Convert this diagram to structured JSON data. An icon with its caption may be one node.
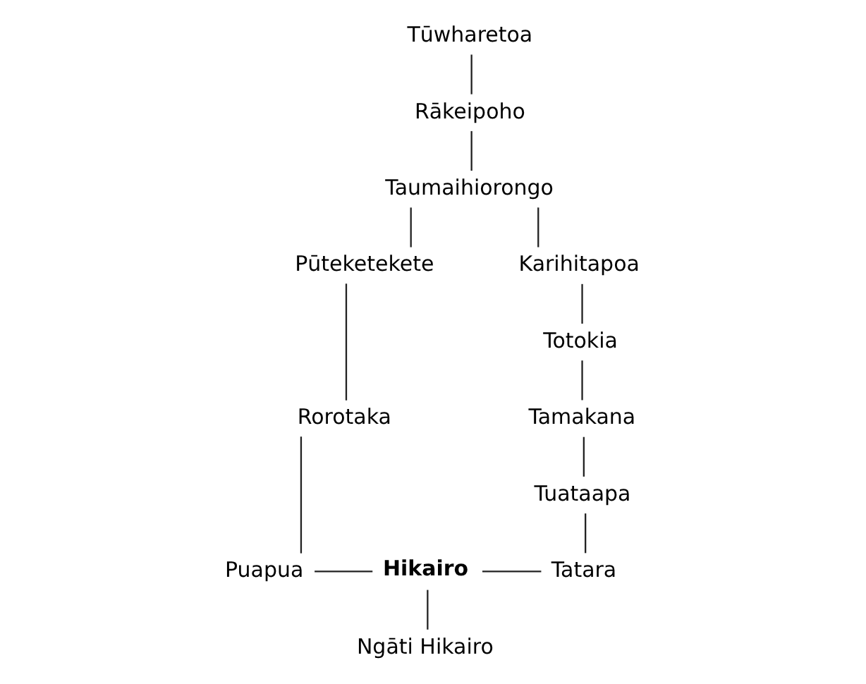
{
  "diagram": {
    "nodes": [
      {
        "text": [
          "Tūwharetoa"
        ]
      },
      {
        "text": [
          "Rākeipoho"
        ]
      },
      {
        "text": [
          "Taumaihiorongo"
        ]
      },
      {
        "text": [
          "Pūteketekete"
        ]
      },
      {
        "text": [
          "Karihitapoa"
        ]
      },
      {
        "text": [
          "Rorotaka"
        ]
      },
      {
        "text": [
          "Totokia"
        ]
      },
      {
        "text": [
          "Tamakana"
        ]
      },
      {
        "text": [
          "Tuataapa"
        ]
      },
      {
        "text": [
          "Puapua"
        ]
      },
      {
        "text": [
          "Hikairo"
        ]
      },
      {
        "text": [
          "Tatara"
        ]
      },
      {
        "text": [
          "Ngāti Hikairo"
        ]
      }
    ],
    "edges": [
      {
        "from": 0,
        "to": 1,
        "arrow": "none"
      },
      {
        "from": 1,
        "to": 2,
        "arrow": "none"
      },
      {
        "from": 2,
        "to": 3,
        "arrow": "none"
      },
      {
        "from": 2,
        "to": 4,
        "arrow": "none"
      },
      {
        "from": 3,
        "to": 5,
        "arrow": "none"
      },
      {
        "from": 5,
        "to": 9,
        "arrow": "none"
      },
      {
        "from": 4,
        "to": 6,
        "arrow": "none"
      },
      {
        "from": 6,
        "to": 7,
        "arrow": "none"
      },
      {
        "from": 7,
        "to": 8,
        "arrow": "none"
      },
      {
        "from": 8,
        "to": 11,
        "arrow": "none"
      },
      {
        "from": 9,
        "to": 10,
        "arrow": "none"
      },
      {
        "from": 10,
        "to": 11,
        "arrow": "none"
      },
      {
        "from": 10,
        "to": 12,
        "arrow": "none"
      }
    ]
  }
}
